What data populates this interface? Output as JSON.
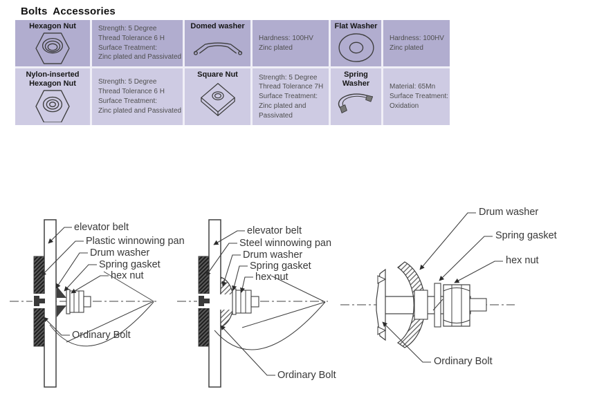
{
  "page": {
    "title": "Bolts Accessories"
  },
  "colors": {
    "table_row1_bg": "#b1adcf",
    "table_row2_bg": "#cecbe3",
    "table_gap": "#f0eff7",
    "line_color": "#454545",
    "label_text": "#383838"
  },
  "table": {
    "rows": [
      {
        "cells": [
          {
            "type": "item",
            "name": "Hexagon Nut",
            "icon": "hexagon-nut-icon"
          },
          {
            "type": "spec",
            "text": "Strength: 5 Degree\nThread Tolerance 6 H\nSurface Treatment:\nZinc plated and Passivated"
          },
          {
            "type": "item",
            "name": "Domed washer",
            "icon": "domed-washer-icon"
          },
          {
            "type": "spec",
            "text": "Hardness: 100HV\nZinc plated"
          },
          {
            "type": "item",
            "name": "Flat Washer",
            "icon": "flat-washer-icon"
          },
          {
            "type": "spec",
            "text": "Hardness: 100HV\nZinc plated"
          }
        ]
      },
      {
        "cells": [
          {
            "type": "item",
            "name": "Nylon-inserted\nHexagon Nut",
            "icon": "nylon-inserted-hexagon-nut-icon"
          },
          {
            "type": "spec",
            "text": "Strength: 5 Degree\nThread Tolerance 6 H\nSurface Treatment:\nZinc plated and Passivated"
          },
          {
            "type": "item",
            "name": "Square Nut",
            "icon": "square-nut-icon"
          },
          {
            "type": "spec",
            "text": "Strength: 5 Degree\nThread Tolerance 7H\nSurface Treatment:\nZinc plated and\nPassivated"
          },
          {
            "type": "item",
            "name": "Spring\nWasher",
            "icon": "spring-washer-icon"
          },
          {
            "type": "spec",
            "text": "Material: 65Mn\nSurface Treatment:\nOxidation"
          }
        ]
      }
    ]
  },
  "diagrams": {
    "left": {
      "belt": "elevator belt",
      "pan": "Plastic winnowing pan",
      "drum": "Drum washer",
      "gasket": "Spring gasket",
      "nut": "hex nut",
      "bolt": "Ordinary Bolt"
    },
    "middle": {
      "belt": "elevator belt",
      "pan": "Steel winnowing pan",
      "drum": "Drum washer",
      "gasket": "Spring gasket",
      "nut": "hex nut",
      "bolt": "Ordinary Bolt"
    },
    "right": {
      "drum": "Drum washer",
      "gasket": "Spring gasket",
      "nut": "hex nut",
      "bolt": "Ordinary Bolt"
    }
  }
}
